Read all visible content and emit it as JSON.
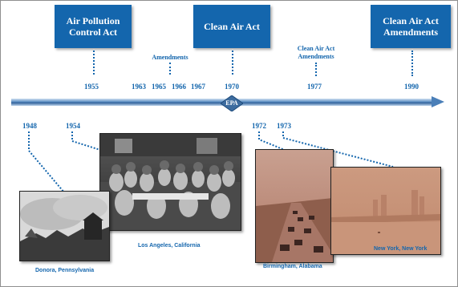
{
  "acts": [
    {
      "label": "Air Pollution\nControl Act",
      "year": "1955"
    },
    {
      "label": "Clean Air Act",
      "year": "1970"
    },
    {
      "label": "Clean Air Act\nAmendments",
      "year": "1990"
    }
  ],
  "small_acts": [
    {
      "label": "Amendments"
    },
    {
      "label": "Clean Air Act\nAmendments",
      "year": "1977"
    }
  ],
  "amendment_years": [
    "1963",
    "1965",
    "1966",
    "1967"
  ],
  "epa_label": "EPA",
  "events": [
    {
      "year": "1948",
      "caption": "Donora, Pennsylvania"
    },
    {
      "year": "1954",
      "caption": "Los Angeles, California"
    },
    {
      "year": "1972",
      "caption": "Birmingham, Alabama"
    },
    {
      "year": "1973",
      "caption": "New York, New York"
    }
  ],
  "colors": {
    "accent": "#1466ad",
    "timeline": "#4a7fb8",
    "diamond": "#3d6c9f"
  }
}
